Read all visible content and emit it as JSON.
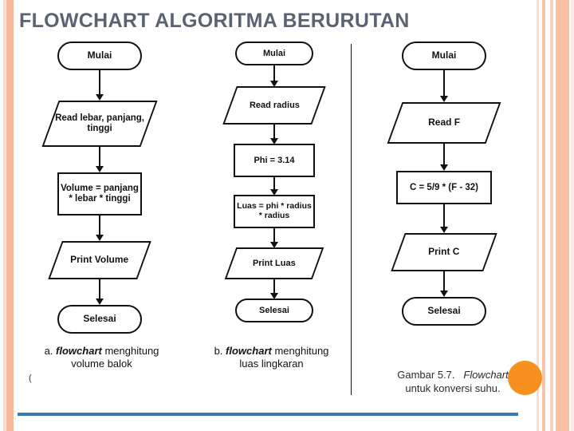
{
  "slide": {
    "title": "FLOWCHART ALGORITMA BERURUTAN",
    "title_color": "#5b6272",
    "accent_stripe_color": "#f7b89c",
    "rule_color": "#3b78ad",
    "dot_color": "#f7901e"
  },
  "flowcharts": [
    {
      "id": "a",
      "caption_prefix": "a.",
      "caption_italic": "flowchart",
      "caption_rest": "menghitung",
      "caption_line2": "volume balok",
      "nodes": [
        {
          "shape": "terminator",
          "text": "Mulai"
        },
        {
          "shape": "io",
          "text": "Read lebar, panjang, tinggi"
        },
        {
          "shape": "process",
          "text": "Volume = panjang * lebar * tinggi"
        },
        {
          "shape": "io",
          "text": "Print Volume"
        },
        {
          "shape": "terminator",
          "text": "Selesai"
        }
      ]
    },
    {
      "id": "b",
      "caption_prefix": "b.",
      "caption_italic": "flowchart",
      "caption_rest": "menghitung",
      "caption_line2": "luas lingkaran",
      "nodes": [
        {
          "shape": "terminator",
          "text": "Mulai"
        },
        {
          "shape": "io",
          "text": "Read radius"
        },
        {
          "shape": "process",
          "text": "Phi = 3.14"
        },
        {
          "shape": "process",
          "text": "Luas = phi * radius * radius"
        },
        {
          "shape": "io",
          "text": "Print Luas"
        },
        {
          "shape": "terminator",
          "text": "Selesai"
        }
      ]
    },
    {
      "id": "c",
      "caption_prefix": "Gambar 5.7.",
      "caption_italic": "Flowchart",
      "caption_rest": "",
      "caption_line2": "untuk konversi suhu.",
      "nodes": [
        {
          "shape": "terminator",
          "text": "Mulai"
        },
        {
          "shape": "io",
          "text": "Read F"
        },
        {
          "shape": "process",
          "text": "C = 5/9 * (F - 32)"
        },
        {
          "shape": "io",
          "text": "Print C"
        },
        {
          "shape": "terminator",
          "text": "Selesai"
        }
      ]
    }
  ],
  "stray_mark": "("
}
